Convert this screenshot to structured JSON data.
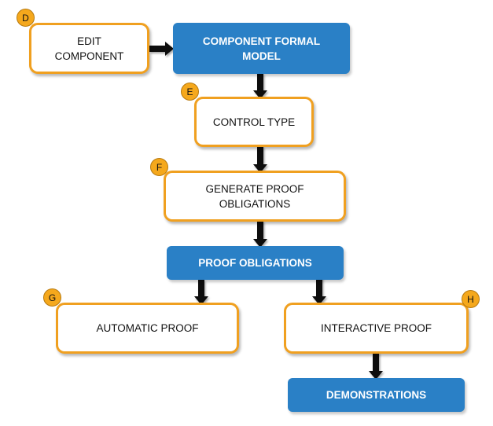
{
  "diagram": {
    "nodes": {
      "edit_component": "EDIT\nCOMPONENT",
      "component_formal_model": "COMPONENT FORMAL\nMODEL",
      "control_type": "CONTROL TYPE",
      "generate_proof_obligations": "GENERATE PROOF\nOBLIGATIONS",
      "proof_obligations": "PROOF OBLIGATIONS",
      "automatic_proof": "AUTOMATIC PROOF",
      "interactive_proof": "INTERACTIVE PROOF",
      "demonstrations": "DEMONSTRATIONS"
    },
    "badges": {
      "d": "D",
      "e": "E",
      "f": "F",
      "g": "G",
      "h": "H"
    },
    "edges": [
      {
        "from": "edit_component",
        "to": "component_formal_model"
      },
      {
        "from": "component_formal_model",
        "to": "control_type"
      },
      {
        "from": "control_type",
        "to": "generate_proof_obligations"
      },
      {
        "from": "generate_proof_obligations",
        "to": "proof_obligations"
      },
      {
        "from": "proof_obligations",
        "to": "automatic_proof"
      },
      {
        "from": "proof_obligations",
        "to": "interactive_proof"
      },
      {
        "from": "interactive_proof",
        "to": "demonstrations"
      }
    ],
    "colors": {
      "outline_border": "#F0A020",
      "filled_box": "#2A80C6",
      "badge_fill": "#F5A81C",
      "arrow": "#111111"
    }
  }
}
